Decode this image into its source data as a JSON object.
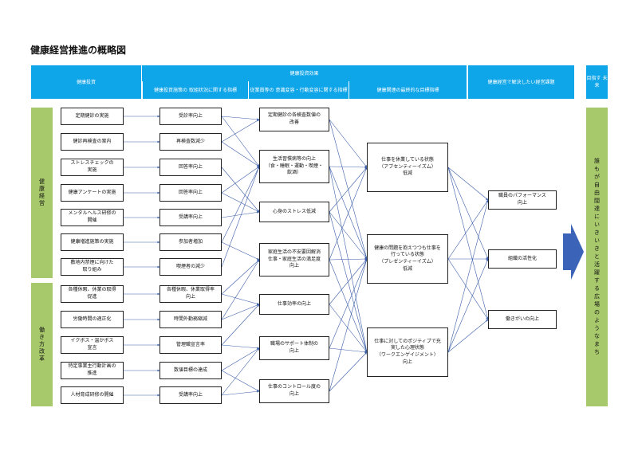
{
  "title": "健康経営推進の概略図",
  "header": {
    "col1": "健康投資",
    "effects_group": "健康投資効果",
    "col2": "健康投資施策の\n取組状況に関する指標",
    "col3": "従業員等の\n意識変容・行動変容に関する指標",
    "col4": "健康関連の最終的な目標指標",
    "col5": "健康経営で解決したい経営課題",
    "col6": "目指す\n未来"
  },
  "side_labels": {
    "kenko": "健康経営",
    "hataraki": "働き方改革"
  },
  "future_text": "誰もが自由闊達にいきいきと活躍する広場のようなまち",
  "investments": [
    "定期健診の実施",
    "健診再検査の案内",
    "ストレスチェックの\n実施",
    "健康アンケートの実施",
    "メンタルヘルス研修の\n開催",
    "健康増進施策の実施",
    "敷地内禁煙に向けた\n取り組み",
    "各種休暇、休業の取得\n促進",
    "労働時間の適正化",
    "イクボス・温かボス\n宣言",
    "特定事業主行動計画の\n推進",
    "人材育成研修の開催"
  ],
  "indicators": [
    "受診率向上",
    "再検査数減少",
    "回答率向上",
    "回答率向上",
    "受講率向上",
    "参加者増加",
    "喫煙者の減少",
    "各種休暇、休業取得率\n向上",
    "時間外勤務縮減",
    "管理職宣言率",
    "数値目標の達成",
    "受講率向上"
  ],
  "behaviors": [
    "定期健診の各検査数値の\n改善",
    "生活習慣病等の向上\n（食・睡眠・運動・喫煙・\n飲酒）",
    "心身のストレス低減",
    "家庭生活の不安要因解消\n仕事・家庭生活の満足度\n向上",
    "仕事効率の向上",
    "職場のサポート体制の\n向上",
    "仕事のコントロール度の\n向上"
  ],
  "goals": [
    "仕事を休業している状態\n（アブセンティーイズム）\n低減",
    "健康の問題を抱えつつも仕事を\n行っている状態\n（プレゼンティーイズム）\n低減",
    "仕事に対してのポジティブで充\n実した心理状態\n（ワークエンゲイジメント）\n向上"
  ],
  "issues": [
    "職員のパフォーマンス\n向上",
    "組織の活性化",
    "働きがいの向上"
  ],
  "colors": {
    "header": "#0ea5e9",
    "side": "#a7c96b",
    "line": "#3b5ea8",
    "arrow": "#3b63b8"
  }
}
